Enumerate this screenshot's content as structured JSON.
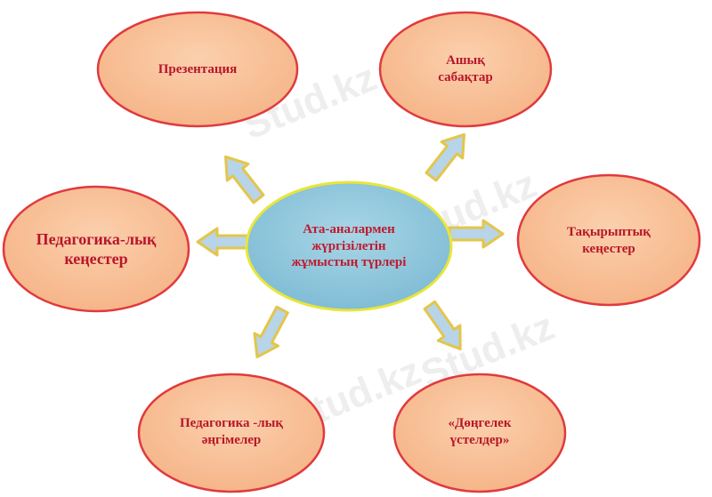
{
  "watermark": "Stud.kz",
  "center": {
    "text": "Ата-аналармен жүргізілетін жұмыстың түрлері"
  },
  "nodes": [
    {
      "id": "presentation",
      "text": "Презентация"
    },
    {
      "id": "open-lessons",
      "text": "Ашық сабақтар"
    },
    {
      "id": "pedagogical-councils",
      "text": "Педагогика-лық кеңестер"
    },
    {
      "id": "thematic-councils",
      "text": "Тақырыптық кеңестер"
    },
    {
      "id": "pedagogical-talks",
      "text": "Педагогика -лық әңгімелер"
    },
    {
      "id": "round-tables",
      "text": "«Дөңгелек үстелдер»"
    }
  ],
  "colors": {
    "node_fill": "#f9c197",
    "node_stroke": "#e03a3e",
    "center_fill": "#8ec6dc",
    "center_stroke": "#e8e63a",
    "arrow_fill": "#b7d4e8",
    "arrow_stroke": "#e3c64a",
    "text": "#b8162a"
  }
}
